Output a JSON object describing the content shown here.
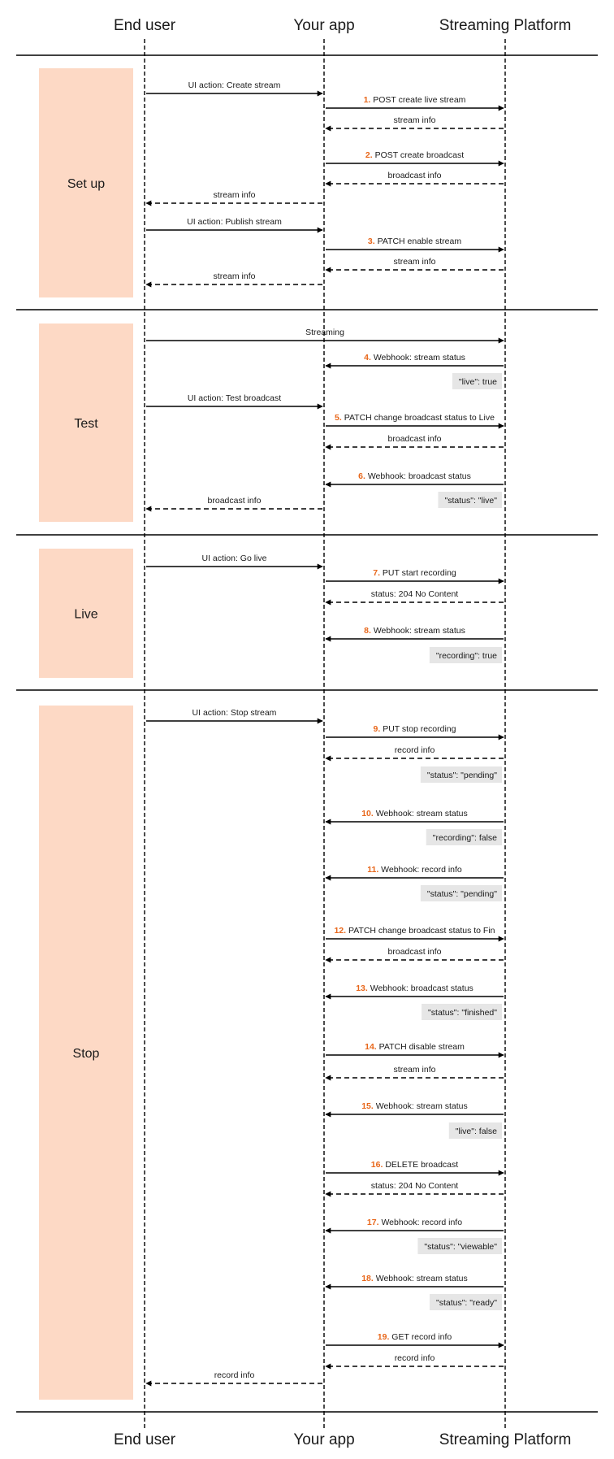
{
  "actors": [
    "End user",
    "Your app",
    "Streaming Platform"
  ],
  "phases": [
    "Set up",
    "Test",
    "Live",
    "Stop"
  ],
  "messages": [
    {
      "n": "",
      "text": "UI action: Create stream",
      "from": 0,
      "to": 1,
      "style": "solid"
    },
    {
      "n": "1.",
      "text": "POST create live stream",
      "from": 1,
      "to": 2,
      "style": "solid"
    },
    {
      "n": "",
      "text": "stream info",
      "from": 2,
      "to": 1,
      "style": "dashed"
    },
    {
      "n": "2.",
      "text": "POST create broadcast",
      "from": 1,
      "to": 2,
      "style": "solid"
    },
    {
      "n": "",
      "text": "broadcast info",
      "from": 2,
      "to": 1,
      "style": "dashed"
    },
    {
      "n": "",
      "text": "stream info",
      "from": 1,
      "to": 0,
      "style": "dashed"
    },
    {
      "n": "",
      "text": "UI action: Publish stream",
      "from": 0,
      "to": 1,
      "style": "solid"
    },
    {
      "n": "3.",
      "text": "PATCH enable stream",
      "from": 1,
      "to": 2,
      "style": "solid"
    },
    {
      "n": "",
      "text": "stream info",
      "from": 2,
      "to": 1,
      "style": "dashed"
    },
    {
      "n": "",
      "text": "stream info",
      "from": 1,
      "to": 0,
      "style": "dashed"
    },
    {
      "n": "",
      "text": "Streaming",
      "from": 0,
      "to": 2,
      "style": "solid"
    },
    {
      "n": "4.",
      "text": "Webhook: stream status",
      "from": 2,
      "to": 1,
      "style": "solid",
      "note": "\"live\": true"
    },
    {
      "n": "",
      "text": "UI action: Test broadcast",
      "from": 0,
      "to": 1,
      "style": "solid"
    },
    {
      "n": "5.",
      "text": "PATCH change broadcast status to Live",
      "from": 1,
      "to": 2,
      "style": "solid"
    },
    {
      "n": "",
      "text": "broadcast info",
      "from": 2,
      "to": 1,
      "style": "dashed"
    },
    {
      "n": "6.",
      "text": "Webhook: broadcast status",
      "from": 2,
      "to": 1,
      "style": "solid",
      "note": "\"status\": \"live\""
    },
    {
      "n": "",
      "text": "broadcast info",
      "from": 1,
      "to": 0,
      "style": "dashed"
    },
    {
      "n": "",
      "text": "UI action: Go live",
      "from": 0,
      "to": 1,
      "style": "solid"
    },
    {
      "n": "7.",
      "text": "PUT start recording",
      "from": 1,
      "to": 2,
      "style": "solid"
    },
    {
      "n": "",
      "text": "status: 204 No Content",
      "from": 2,
      "to": 1,
      "style": "dashed"
    },
    {
      "n": "8.",
      "text": "Webhook: stream status",
      "from": 2,
      "to": 1,
      "style": "solid",
      "note": "\"recording\": true"
    },
    {
      "n": "",
      "text": "UI action: Stop stream",
      "from": 0,
      "to": 1,
      "style": "solid"
    },
    {
      "n": "9.",
      "text": "PUT stop recording",
      "from": 1,
      "to": 2,
      "style": "solid"
    },
    {
      "n": "",
      "text": "record info",
      "from": 2,
      "to": 1,
      "style": "dashed",
      "note": "\"status\": \"pending\""
    },
    {
      "n": "10.",
      "text": "Webhook: stream status",
      "from": 2,
      "to": 1,
      "style": "solid",
      "note": "\"recording\": false"
    },
    {
      "n": "11.",
      "text": "Webhook: record info",
      "from": 2,
      "to": 1,
      "style": "solid",
      "note": "\"status\": \"pending\""
    },
    {
      "n": "12.",
      "text": "PATCH change broadcast status to Fin",
      "from": 1,
      "to": 2,
      "style": "solid"
    },
    {
      "n": "",
      "text": "broadcast info",
      "from": 2,
      "to": 1,
      "style": "dashed"
    },
    {
      "n": "13.",
      "text": "Webhook: broadcast status",
      "from": 2,
      "to": 1,
      "style": "solid",
      "note": "\"status\": \"finished\""
    },
    {
      "n": "14.",
      "text": "PATCH disable stream",
      "from": 1,
      "to": 2,
      "style": "solid"
    },
    {
      "n": "",
      "text": "stream info",
      "from": 2,
      "to": 1,
      "style": "dashed"
    },
    {
      "n": "15.",
      "text": "Webhook: stream status",
      "from": 2,
      "to": 1,
      "style": "solid",
      "note": "\"live\": false"
    },
    {
      "n": "16.",
      "text": "DELETE broadcast",
      "from": 1,
      "to": 2,
      "style": "solid"
    },
    {
      "n": "",
      "text": "status: 204 No Content",
      "from": 2,
      "to": 1,
      "style": "dashed"
    },
    {
      "n": "17.",
      "text": "Webhook: record info",
      "from": 2,
      "to": 1,
      "style": "solid",
      "note": "\"status\": \"viewable\""
    },
    {
      "n": "18.",
      "text": "Webhook: stream status",
      "from": 2,
      "to": 1,
      "style": "solid",
      "note": "\"status\": \"ready\""
    },
    {
      "n": "19.",
      "text": "GET record info",
      "from": 1,
      "to": 2,
      "style": "solid"
    },
    {
      "n": "",
      "text": "record info",
      "from": 2,
      "to": 1,
      "style": "dashed"
    },
    {
      "n": "",
      "text": "record info",
      "from": 1,
      "to": 0,
      "style": "dashed"
    }
  ],
  "colors": {
    "phase_fill": "#fdd9c5",
    "number": "#e8671b",
    "note_fill": "#e6e6e6",
    "line": "#000000"
  }
}
